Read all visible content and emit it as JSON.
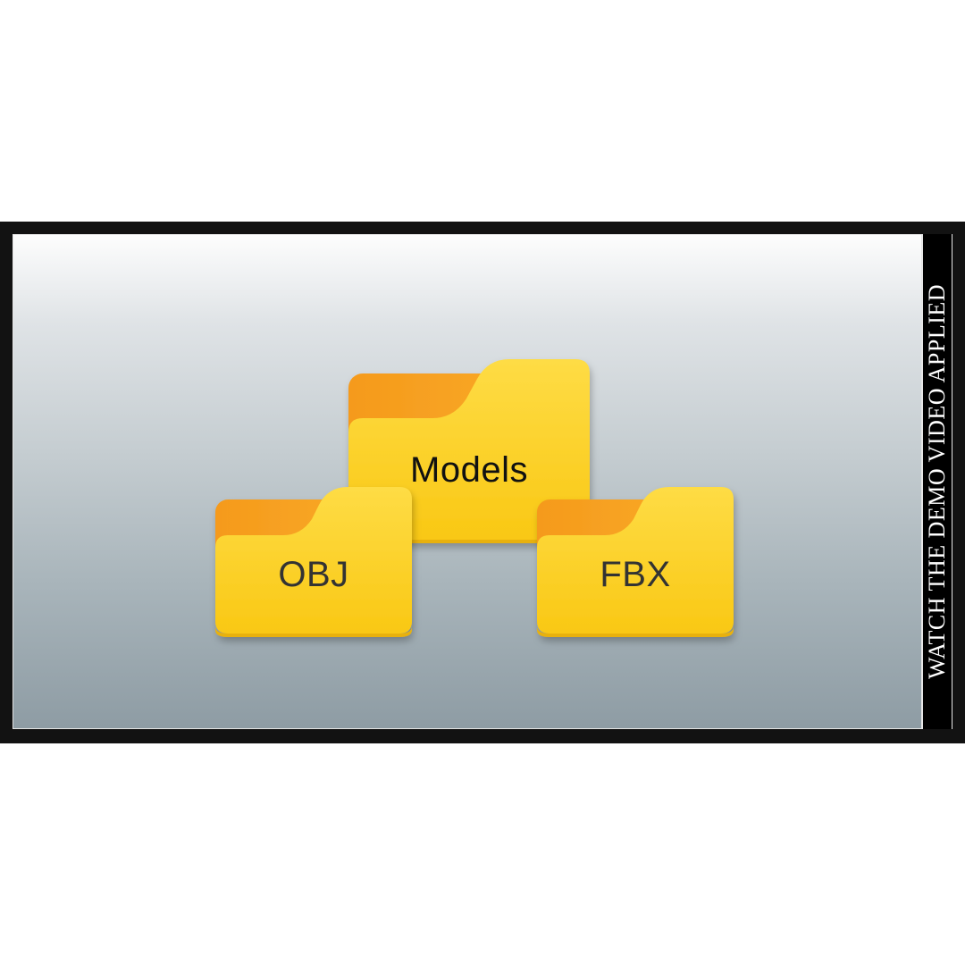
{
  "banner": {
    "text": "WATCH THE DEMO VIDEO APPLIED"
  },
  "folders": [
    {
      "label": "Models",
      "icon": "folder-icon"
    },
    {
      "label": "OBJ",
      "icon": "folder-icon"
    },
    {
      "label": "FBX",
      "icon": "folder-icon"
    }
  ],
  "colors": {
    "folder_front": "#fdd22b",
    "folder_back": "#f7a21f",
    "frame": "#121212"
  }
}
